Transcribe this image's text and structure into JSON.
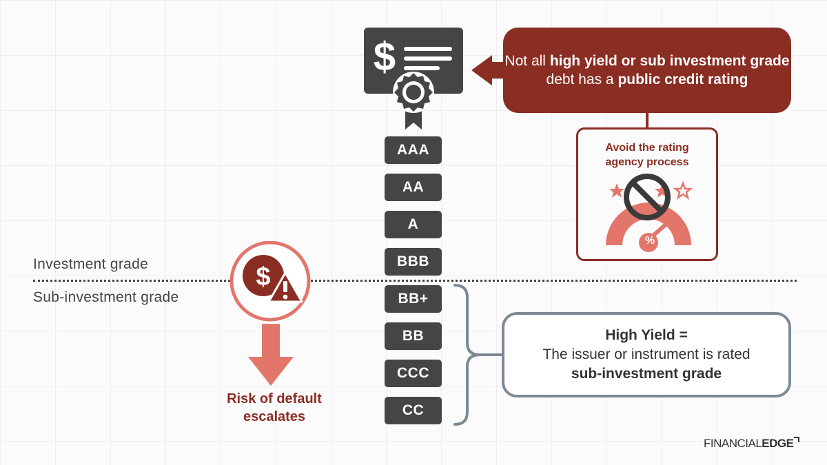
{
  "callout": {
    "parts": [
      {
        "text": "Not all ",
        "bold": false
      },
      {
        "text": "high yield or sub investment grade",
        "bold": true
      },
      {
        "text": " debt has a ",
        "bold": false
      },
      {
        "text": "public credit rating",
        "bold": true
      }
    ]
  },
  "avoid": {
    "line1": "Avoid the rating",
    "line2": "agency process",
    "percent_symbol": "%"
  },
  "ratings": [
    "AAA",
    "AA",
    "A",
    "BBB",
    "BB+",
    "BB",
    "CCC",
    "CC"
  ],
  "labels": {
    "investment": "Investment grade",
    "sub_investment": "Sub-investment grade"
  },
  "risk": {
    "line1": "Risk of default",
    "line2": "escalates"
  },
  "high_yield": {
    "line1": "High Yield =",
    "line2": "The issuer or instrument is rated",
    "line3": "sub-investment grade"
  },
  "logo": {
    "part1": "FINANCIAL",
    "part2": "EDGE"
  },
  "colors": {
    "dark_red": "#8a2d23",
    "salmon": "#e2766a",
    "dark_gray": "#454545",
    "slate": "#7d8a96"
  },
  "icons": {
    "certificate": "certificate-dollar-icon",
    "rating_gauge": "no-rating-gauge-icon",
    "risk": "dollar-warning-icon"
  }
}
